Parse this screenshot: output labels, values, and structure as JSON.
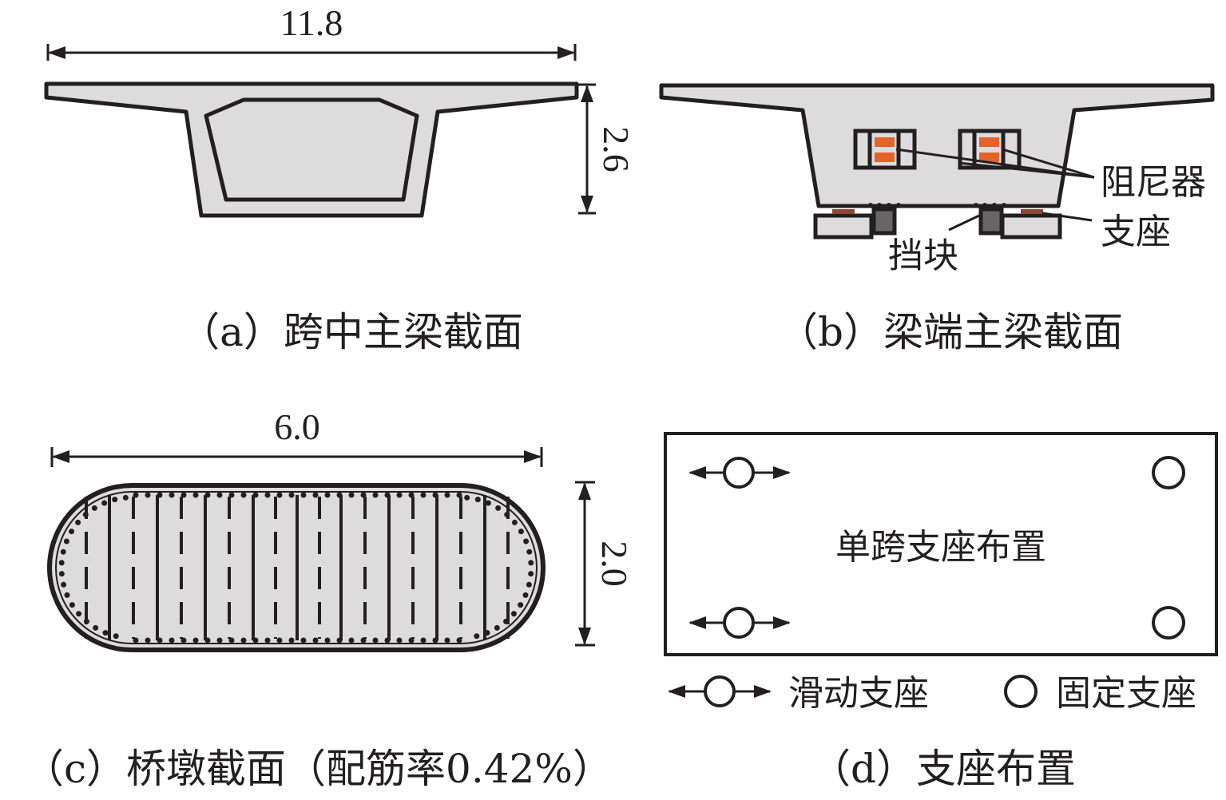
{
  "panel_a": {
    "width_dim": "11.8",
    "height_dim": "2.6",
    "caption": "（a）跨中主梁截面"
  },
  "panel_b": {
    "damper_label": "阻尼器",
    "bearing_label": "支座",
    "stopper_label": "挡块",
    "caption": "（b）梁端主梁截面"
  },
  "panel_c": {
    "width_dim": "6.0",
    "height_dim": "2.0",
    "caption": "（c）桥墩截面（配筋率0.42%）"
  },
  "panel_d": {
    "center_label": "单跨支座布置",
    "legend_sliding": "滑动支座",
    "legend_fixed": "固定支座",
    "caption": "（d）支座布置"
  },
  "colors": {
    "concrete": "#dcdcdd",
    "damper": "#e4632a",
    "bearing": "#8b4a2f",
    "stopper": "#666666",
    "line": "#231f20"
  }
}
